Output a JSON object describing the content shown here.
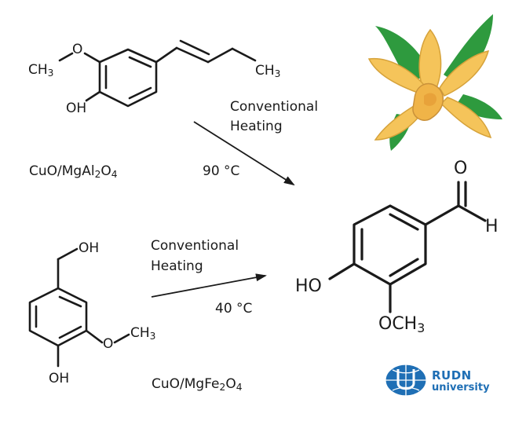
{
  "isoeugenol": {
    "methoxy_o": "O",
    "methyl_left": "CH",
    "methyl_left_sub": "3",
    "hydroxyl": "OH",
    "methyl_right": "CH",
    "methyl_right_sub": "3"
  },
  "reaction_top": {
    "catalyst_main": "CuO/MgAl",
    "catalyst_sub1": "2",
    "catalyst_mid": "O",
    "catalyst_sub2": "4",
    "method_line1": "Conventional",
    "method_line2": "Heating",
    "temperature": "90 °C"
  },
  "vanillyl_alcohol": {
    "hydroxyl_top": "OH",
    "methoxy_o": "O",
    "methyl": "CH",
    "methyl_sub": "3",
    "hydroxyl_bottom": "OH"
  },
  "reaction_bottom": {
    "method_line1": "Conventional",
    "method_line2": "Heating",
    "temperature": "40 °C",
    "catalyst_main": "CuO/MgFe",
    "catalyst_sub1": "2",
    "catalyst_mid": "O",
    "catalyst_sub2": "4"
  },
  "vanillin": {
    "carbonyl_o": "O",
    "aldehyde_h": "H",
    "hydroxyl": "HO",
    "methoxy": "OCH",
    "methoxy_sub": "3"
  },
  "logo": {
    "line1": "RUDN",
    "line2": "university"
  },
  "colors": {
    "petal": "#f5c45a",
    "petal_stroke": "#d6a23a",
    "leaf": "#2e9a3e",
    "logo_blue": "#1f6fb5"
  }
}
